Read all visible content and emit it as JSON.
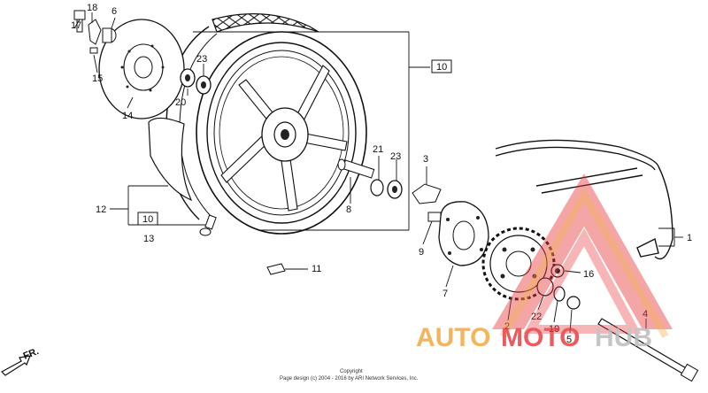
{
  "diagram": {
    "type": "exploded-parts-diagram",
    "callouts": {
      "c1": "1",
      "c2": "2",
      "c3": "3",
      "c4": "4",
      "c5": "5",
      "c6": "6",
      "c7": "7",
      "c8": "8",
      "c9": "9",
      "c11": "11",
      "c12": "12",
      "c13": "13",
      "c14": "14",
      "c15": "15",
      "c16": "16",
      "c17": "17",
      "c18": "18",
      "c19": "19",
      "c20": "20",
      "c21": "21",
      "c22": "22",
      "c23a": "23",
      "c23b": "23"
    },
    "boxed_refs": {
      "upper": "10",
      "lower": "10"
    },
    "direction_label": "FR.",
    "copyright_line1": "Copyright",
    "copyright_line2": "Page design (c) 2004 - 2016 by ARI Network Services, Inc."
  },
  "watermark": {
    "brand_part1": "AUTO",
    "brand_part2": "MOTO",
    "brand_part3": "HUB",
    "colors": {
      "orange": "#f2a33a",
      "red": "#e8373b",
      "gray": "#b9b9b9"
    }
  }
}
